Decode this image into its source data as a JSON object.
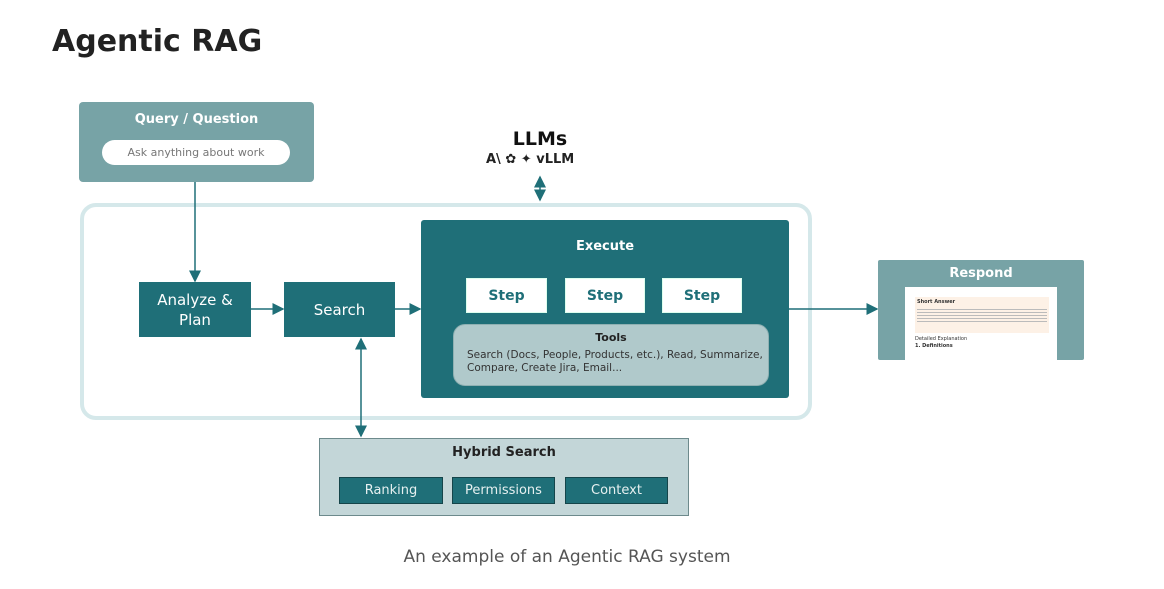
{
  "title": "Agentic RAG",
  "query": {
    "title": "Query / Question",
    "placeholder": "Ask anything about work"
  },
  "llms": {
    "title": "LLMs",
    "icons": [
      "anthropic-icon",
      "openai-icon",
      "gemini-icon"
    ],
    "vllm": "vLLM"
  },
  "analyze": "Analyze & Plan",
  "search": "Search",
  "execute": {
    "title": "Execute",
    "steps": [
      "Step",
      "Step",
      "Step"
    ],
    "tools_title": "Tools",
    "tools_text": "Search (Docs, People, Products, etc.), Read, Summarize, Compare, Create Jira, Email..."
  },
  "respond": {
    "title": "Respond",
    "short_answer": "Short Answer",
    "detailed": "Detailed Explanation",
    "definitions": "1. Definitions"
  },
  "hybrid": {
    "title": "Hybrid Search",
    "items": [
      "Ranking",
      "Permissions",
      "Context"
    ]
  },
  "caption": "An example of an Agentic RAG system",
  "colors": {
    "dark_teal": "#1f6f78",
    "mid_teal": "#77a3a6",
    "light_frame": "#d5e8ea",
    "tools_bg": "#b0c9cb",
    "hybrid_bg": "#c3d6d8"
  }
}
